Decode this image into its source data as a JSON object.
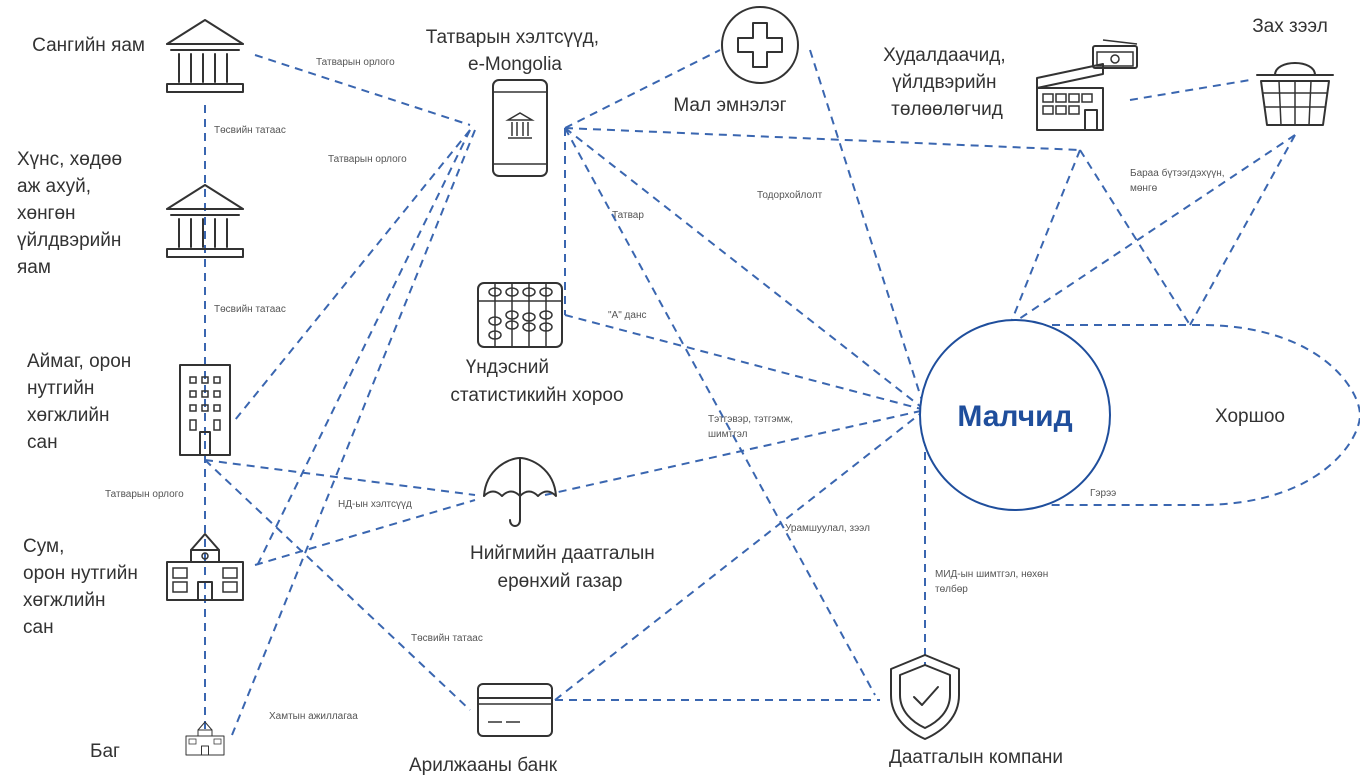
{
  "nodes": {
    "finance_ministry": [
      "Сангийн яам"
    ],
    "food_ministry": [
      "Хүнс, хөдөө",
      "аж ахуй,",
      "хөнгөн",
      "үйлдвэрийн",
      "яам"
    ],
    "aimag_fund": [
      "Аймаг, орон",
      "нутгийн",
      "хөгжлийн",
      "сан"
    ],
    "sum_fund": [
      "Сум,",
      "орон нутгийн",
      "хөгжлийн",
      "сан"
    ],
    "bag": [
      "Баг"
    ],
    "tax_portal": [
      "Татварын хэлтсүүд,",
      "e-Mongolia"
    ],
    "vet_clinic": [
      "Мал эмнэлэг"
    ],
    "traders": [
      "Худалдаачид,",
      "үйлдвэрийн",
      "төлөөлөгчид"
    ],
    "market": [
      "Зах зээл"
    ],
    "statistics": [
      "Үндэсний",
      "статистикийн хороо"
    ],
    "social_insurance": [
      "Нийгмийн даатгалын",
      "ерөнхий газар"
    ],
    "bank": [
      "Арилжааны банк"
    ],
    "insurance_company": [
      "Даатгалын компани"
    ],
    "herders": "Малчид",
    "cooperative": "Хоршоо"
  },
  "edge_labels": {
    "tax_income_1": "Татварын орлого",
    "budget_1": "Төсвийн татаас",
    "tax_income_2": "Татварын орлого",
    "budget_2": "Төсвийн татаас",
    "tax_income_3": "Татварын орлого",
    "tax": "Татвар",
    "certificate": "Тодорхойлолт",
    "goods_money": [
      "Бараа бүтээгдэхүүн,",
      "мөнгө"
    ],
    "a_account": "\"А\" данс",
    "pension": [
      "Тэтгэвэр, тэтгэмж,",
      "шимтгэл"
    ],
    "si_departments": "НД-ын хэлтсүүд",
    "incentive_loan": "Урамшуулал, зээл",
    "budget_3": "Төсвийн татаас",
    "cooperation": "Хамтын ажиллагаа",
    "insurance_fee": [
      "МИД-ын шимтгэл, нөхөн",
      "төлбөр"
    ],
    "contract": "Гэрээ"
  },
  "colors": {
    "connector": "#3a66b0",
    "herders_circle": "#1f4e9c",
    "cooperative_outline": "#3a66b0",
    "text": "#333333"
  }
}
